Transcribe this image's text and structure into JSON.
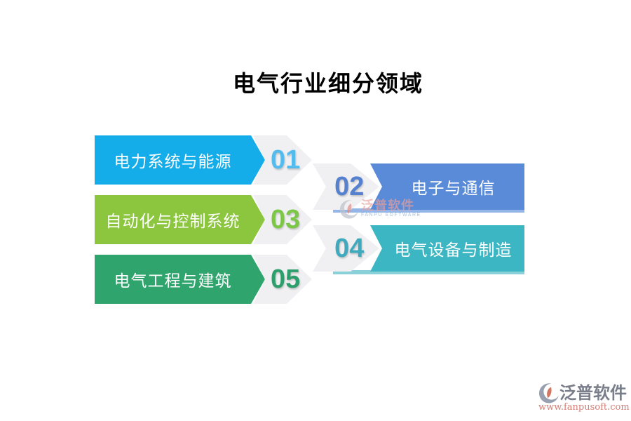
{
  "title": "电气行业细分领域",
  "items": [
    {
      "number": "01",
      "label": "电力系统与能源",
      "bar_color": "#14ade9",
      "number_color": "#55bbec"
    },
    {
      "number": "02",
      "label": "电子与通信",
      "bar_color": "#5a8bd8",
      "number_color": "#5581cf",
      "strip_color": "#93b5e8"
    },
    {
      "number": "03",
      "label": "自动化与控制系统",
      "bar_color": "#8cc63f",
      "number_color": "#7cc648"
    },
    {
      "number": "04",
      "label": "电气设备与制造",
      "bar_color": "#3bb6c2",
      "number_color": "#3faabd",
      "strip_color": "#8ad0d9"
    },
    {
      "number": "05",
      "label": "电气工程与建筑",
      "bar_color": "#2fa46d",
      "number_color": "#2e9f6c"
    }
  ],
  "chevron_color": "#f0f0f2",
  "watermarks": {
    "center": {
      "name": "泛普软件",
      "subtitle": "FANPU SOFTWARE"
    },
    "corner": {
      "name": "泛普软件",
      "url": "www.fanpusoft.com"
    }
  }
}
